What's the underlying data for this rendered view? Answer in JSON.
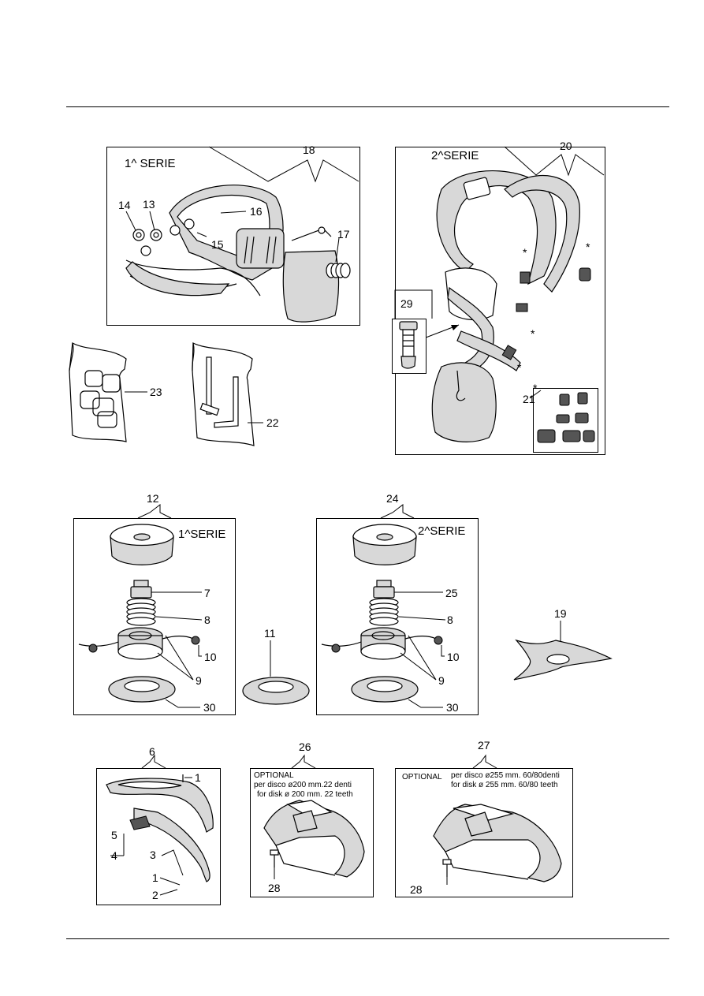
{
  "series": {
    "first": "1^ SERIE",
    "second": "2^SERIE",
    "first_compact": "1^SERIE",
    "second_compact": "2^SERIE"
  },
  "callouts": {
    "c1": "1",
    "c2": "2",
    "c3": "3",
    "c4": "4",
    "c5": "5",
    "c6": "6",
    "c7": "7",
    "c8": "8",
    "c9": "9",
    "c10": "10",
    "c11": "11",
    "c12": "12",
    "c13": "13",
    "c14": "14",
    "c15": "15",
    "c16": "16",
    "c17": "17",
    "c18": "18",
    "c19": "19",
    "c20": "20",
    "c21": "21",
    "c22": "22",
    "c23": "23",
    "c24": "24",
    "c25": "25",
    "c26": "26",
    "c27": "27",
    "c28": "28",
    "c29": "29",
    "c30": "30",
    "star": "*"
  },
  "notes": {
    "optional": "OPTIONAL",
    "guard26_it": "per disco ø200 mm.22 denti",
    "guard26_en": "for disk ø 200 mm.  22 teeth",
    "guard27_it": "per disco ø255 mm. 60/80denti",
    "guard27_en": "for disk ø 255 mm.   60/80 teeth"
  }
}
